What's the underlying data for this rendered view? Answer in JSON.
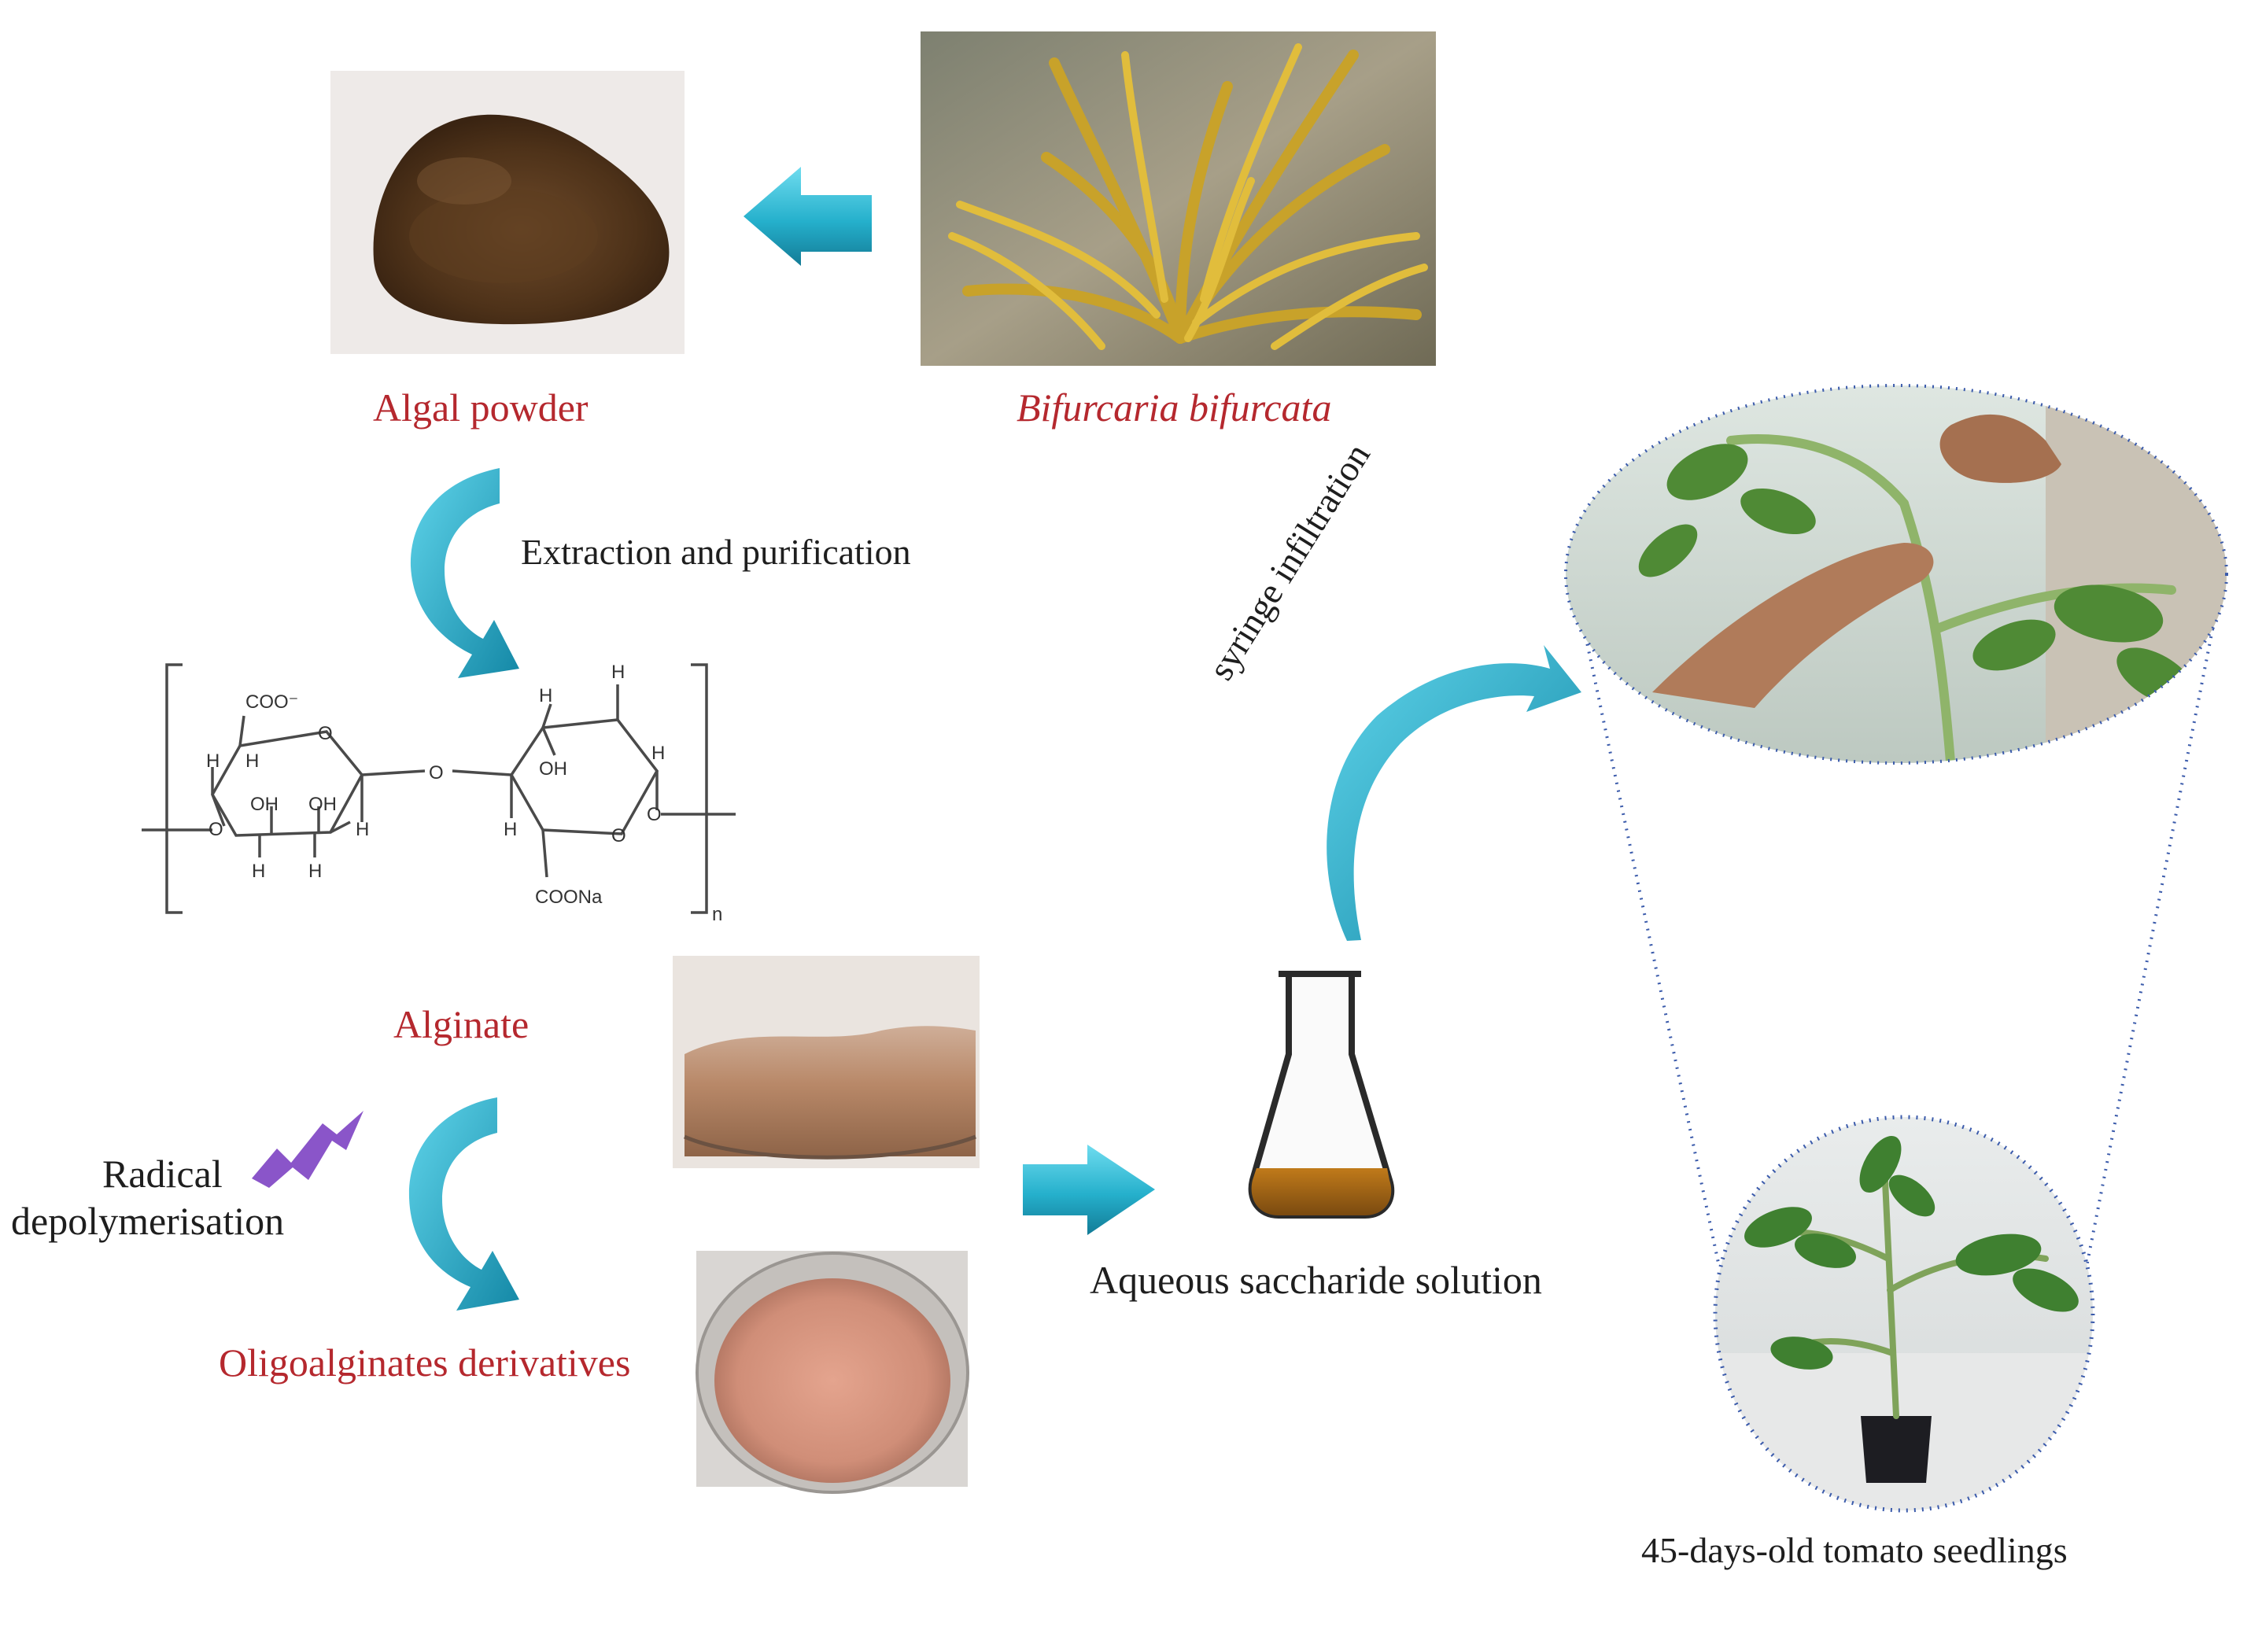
{
  "colors": {
    "label_red": "#b5282e",
    "label_dark": "#1e1e1e",
    "arrow_cyan": "#2fb3cc",
    "arrow_cyan_dark": "#137b96",
    "lightning_purple": "#8a55c9",
    "dotted_blue": "#3b5bab"
  },
  "labels": {
    "algal_powder": "Algal powder",
    "species": "Bifurcaria bifurcata",
    "extraction": "Extraction and purification",
    "alginate": "Alginate",
    "radical_line1": "Radical",
    "radical_line2": "depolymerisation",
    "oligo": "Oligoalginates derivatives",
    "solution": "Aqueous saccharide solution",
    "syringe": "syringe infiltration",
    "seedlings": "45-days-old tomato seedlings"
  },
  "structure": {
    "coo_minus": "COO⁻",
    "coona": "COONa",
    "ring_oxygen": "O",
    "hydrogen": "H",
    "hydroxyl": "OH",
    "repeat_n": "n"
  },
  "icons": {
    "arrow_left": "left-arrow-icon",
    "arrow_right": "right-arrow-icon",
    "curved_arrow": "curved-arrow-icon",
    "lightning": "lightning-icon",
    "flask": "flask-icon"
  }
}
